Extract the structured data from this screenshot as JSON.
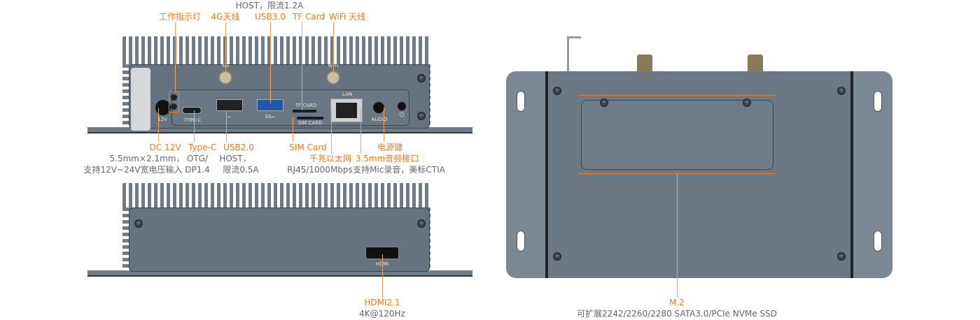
{
  "front_view": {
    "top_labels": {
      "usb30_note": "HOST，限流1.2A",
      "indicator": "工作指示灯",
      "antenna_4g": "4G天线",
      "usb30": "USB3.0",
      "tf_card": "TF Card",
      "wifi_antenna": "WiFi 天线"
    },
    "port_printing": {
      "ant_4g": "4G",
      "ant_wifi": "WIFI",
      "dc": "12V",
      "typec": "TYPE-C",
      "usb2": "⭠",
      "usb3": "SS⭠",
      "tf": "TF CARD",
      "sim": "SIM CARD",
      "lan": "LAN",
      "audio": "AUDIO",
      "power": "⏻"
    },
    "bottom_labels": {
      "dc_title": "DC 12V",
      "dc_line1": "5.5mm×2.1mm，",
      "dc_line2": "支持12V~24V宽电压输入",
      "typec_title": "Type-C",
      "typec_line1": "OTG/",
      "typec_line2": "DP1.4",
      "usb2_title": "USB2.0",
      "usb2_line1": "HOST，",
      "usb2_line2": "限流0.5A",
      "sim_title": "SIM Card",
      "lan_title": "千兆以太网",
      "lan_line1": "RJ45/1000Mbps",
      "power_title": "电源键",
      "audio_title": "3.5mm音频接口",
      "audio_line1": "支持Mic录音，美标CTIA"
    }
  },
  "rear_view": {
    "hdmi_port": "HDMI",
    "hdmi_title": "HDMI2.1",
    "hdmi_line1": "4K@120Hz"
  },
  "bottom_view": {
    "m2_title": "M.2",
    "m2_line1": "可扩展2242/2260/2280 SATA3.0/PCIe NVMe SSD"
  },
  "colors": {
    "accent": "#f07a1e",
    "device": "#6f7b86"
  }
}
